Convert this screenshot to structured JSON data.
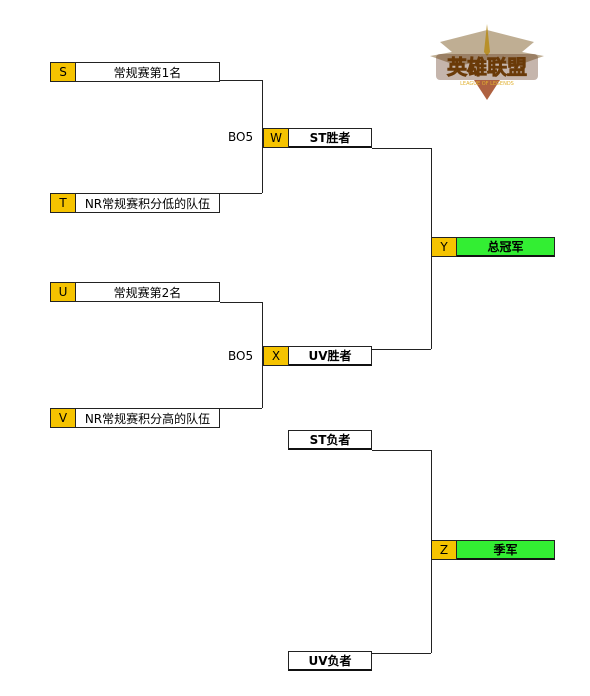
{
  "bracket": {
    "r1_top": {
      "seed": "S",
      "label": "常规赛第1名"
    },
    "r1_t": {
      "seed": "T",
      "label": "NR常规赛积分低的队伍"
    },
    "r1_u": {
      "seed": "U",
      "label": "常规赛第2名"
    },
    "r1_v": {
      "seed": "V",
      "label": "NR常规赛积分高的队伍"
    },
    "semi_w": {
      "seed": "W",
      "label": "ST胜者",
      "format": "BO5"
    },
    "semi_x": {
      "seed": "X",
      "label": "UV胜者",
      "format": "BO5"
    },
    "final_y": {
      "seed": "Y",
      "label": "总冠军"
    },
    "third_a": {
      "label": "ST负者"
    },
    "third_b": {
      "label": "UV负者"
    },
    "third_z": {
      "seed": "Z",
      "label": "季军"
    }
  },
  "logo": {
    "name": "英雄联盟",
    "subtitle": "LEAGUE OF LEGENDS",
    "accent": "#d4a020"
  },
  "colors": {
    "seed": "#f5c300",
    "winner": "#33ee33",
    "line": "#222222"
  }
}
